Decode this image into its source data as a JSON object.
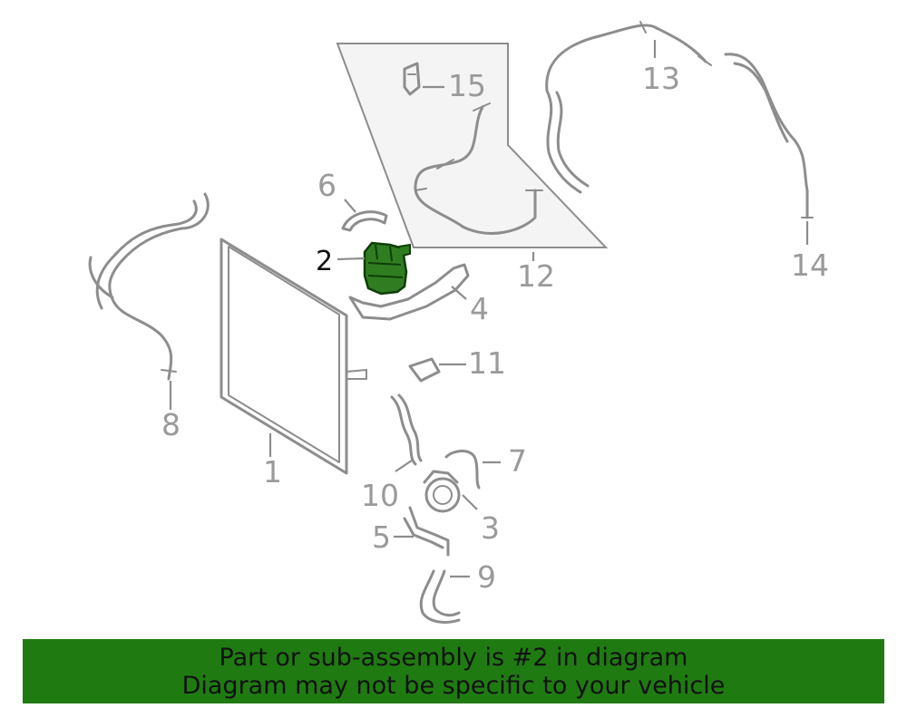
{
  "callouts": {
    "c1": "1",
    "c2": "2",
    "c3": "3",
    "c4": "4",
    "c5": "5",
    "c6": "6",
    "c7": "7",
    "c8": "8",
    "c9": "9",
    "c10": "10",
    "c11": "11",
    "c12": "12",
    "c13": "13",
    "c14": "14",
    "c15": "15"
  },
  "highlighted_part": "2",
  "colors": {
    "highlight_fill": "#2f7d20",
    "line_art": "#8d8d8d",
    "banner": "#1f7a12"
  },
  "banner": {
    "line1": "Part or sub-assembly is #2 in diagram",
    "line2": "Diagram may not be specific to your vehicle"
  }
}
